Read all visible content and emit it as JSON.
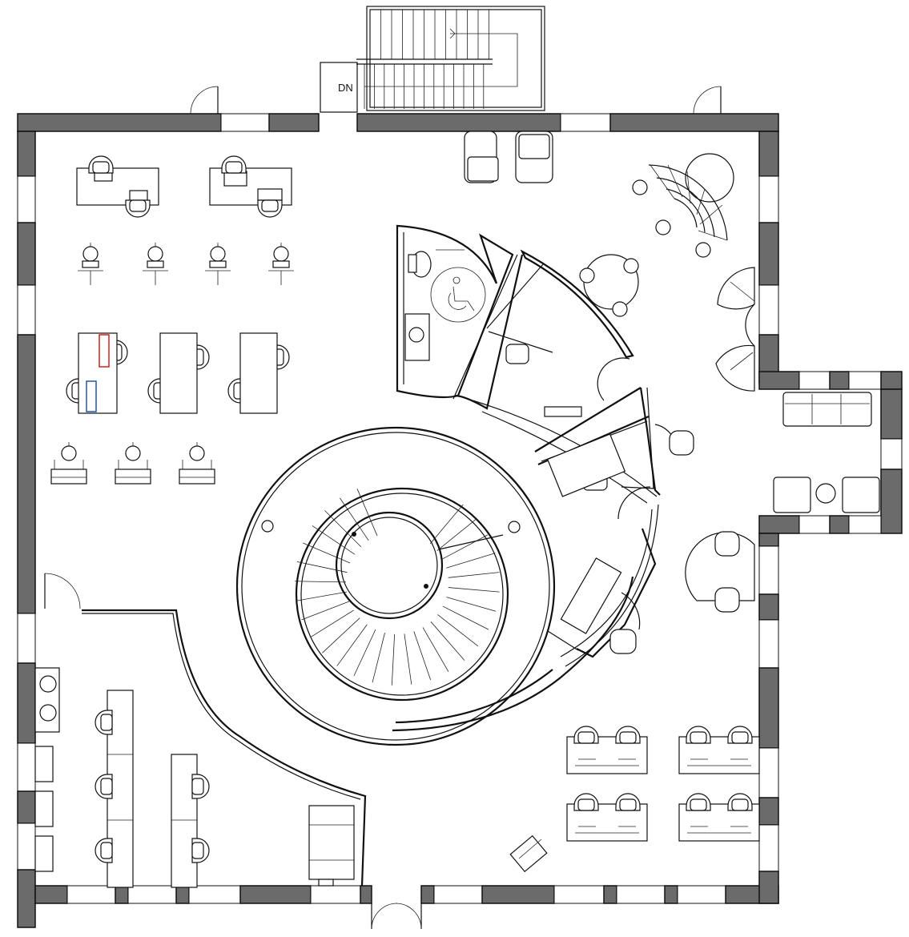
{
  "stair_label": "DN",
  "colors": {
    "wall_fill": "#6b6b6b",
    "line": "#111111",
    "background": "#ffffff",
    "accent_red": "#cc2222",
    "accent_blue": "#2255aa"
  },
  "rooms": [
    {
      "name": "open-office-north-west",
      "furniture": [
        "desk",
        "desk",
        "task-chair",
        "task-chair",
        "task-chair",
        "task-chair"
      ]
    },
    {
      "name": "accessible-restroom",
      "furniture": [
        "toilet",
        "sink",
        "wheelchair-symbol"
      ]
    },
    {
      "name": "curved-private-offices",
      "furniture": [
        "desk",
        "desk",
        "chair",
        "chair"
      ]
    },
    {
      "name": "lounge-north-east",
      "furniture": [
        "round-table",
        "tiered-seating"
      ]
    },
    {
      "name": "spiral-stair-core",
      "furniture": [
        "spiral-stair"
      ]
    },
    {
      "name": "kitchenette-south-west",
      "furniture": [
        "sink",
        "sink",
        "counter"
      ]
    },
    {
      "name": "workstations-south-east",
      "furniture": [
        "bench-desk",
        "bench-desk",
        "bench-desk",
        "bench-desk"
      ]
    }
  ]
}
